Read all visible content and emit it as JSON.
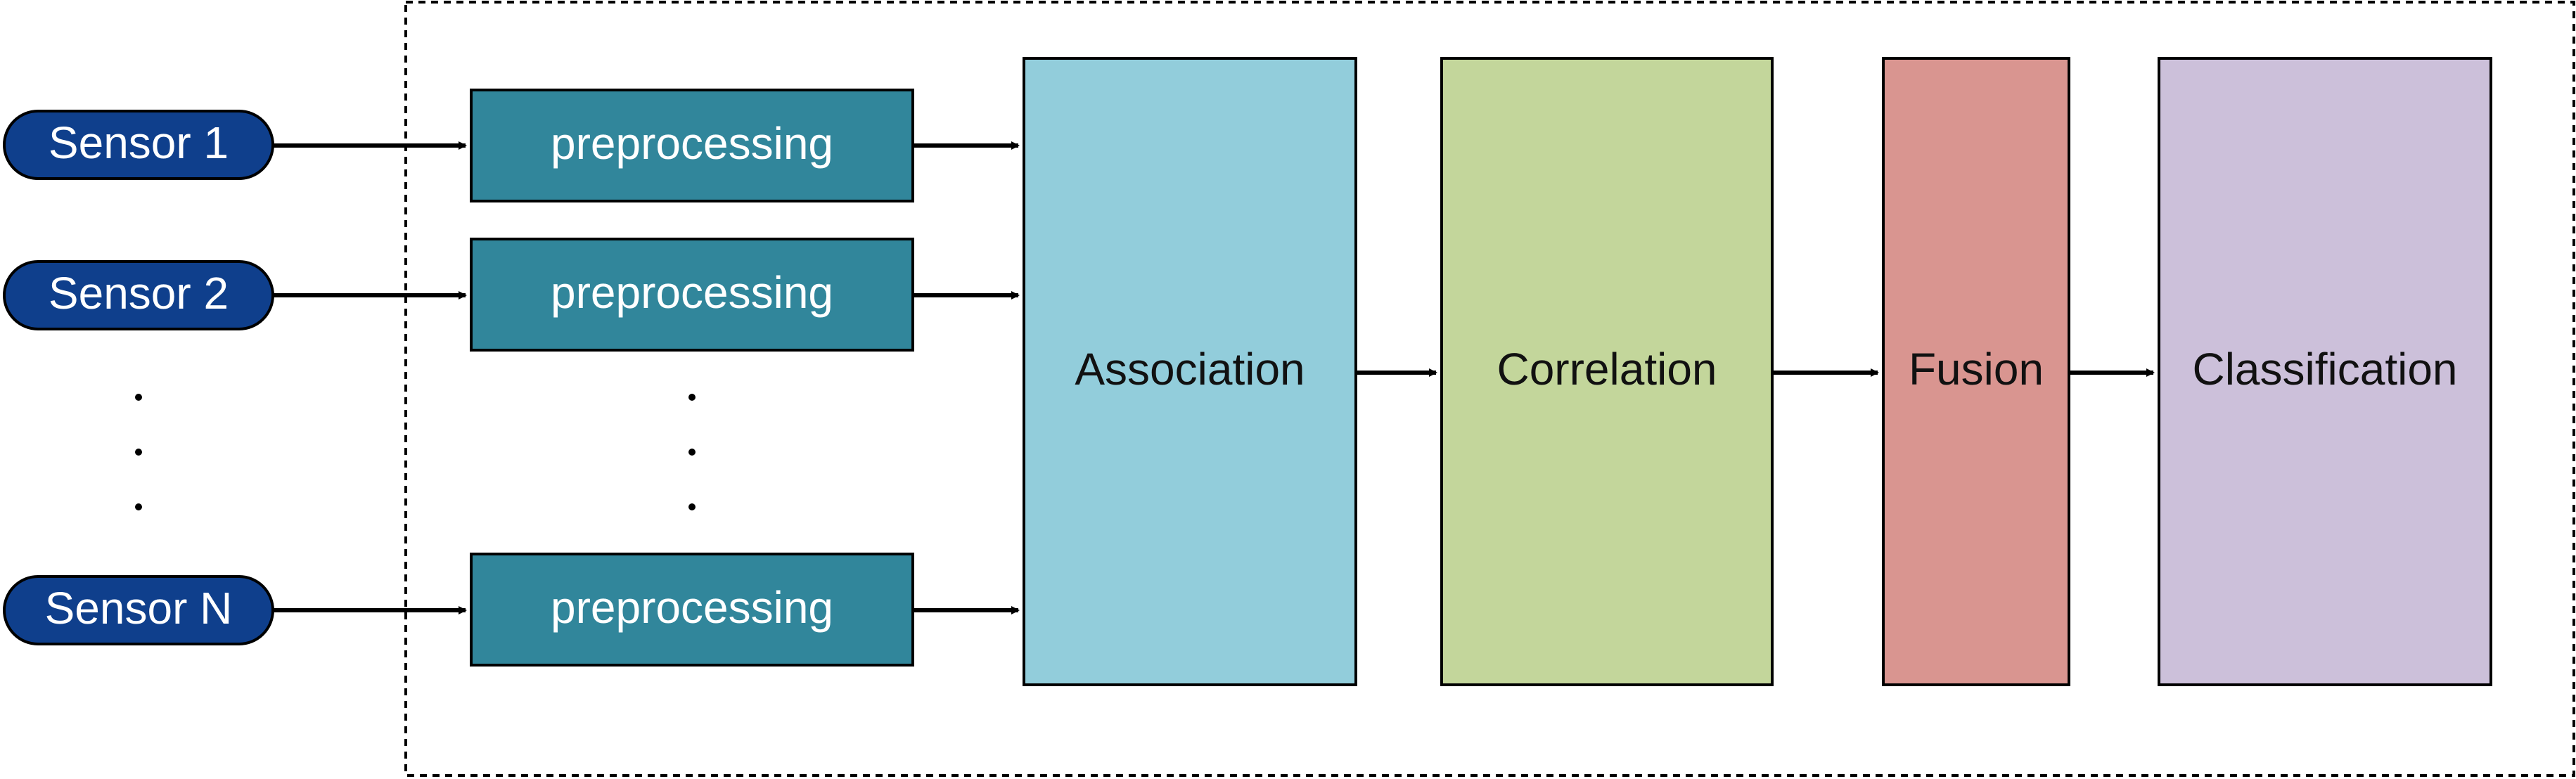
{
  "sensors": [
    {
      "label": "Sensor 1"
    },
    {
      "label": "Sensor 2"
    },
    {
      "label": "Sensor N"
    }
  ],
  "preprocessing": [
    {
      "label": "preprocessing"
    },
    {
      "label": "preprocessing"
    },
    {
      "label": "preprocessing"
    }
  ],
  "stages": [
    {
      "label": "Association",
      "color": "#92cddb"
    },
    {
      "label": "Correlation",
      "color": "#c3d69b"
    },
    {
      "label": "Fusion",
      "color": "#d99590"
    },
    {
      "label": "Classification",
      "color": "#ccc0da"
    }
  ],
  "colors": {
    "sensor_fill": "#0f3f8c",
    "preprocessing_fill": "#31869b",
    "stroke": "#000000"
  },
  "icons": {
    "ellipsis": "vertical-dots-icon",
    "arrow": "arrow-right-icon"
  }
}
